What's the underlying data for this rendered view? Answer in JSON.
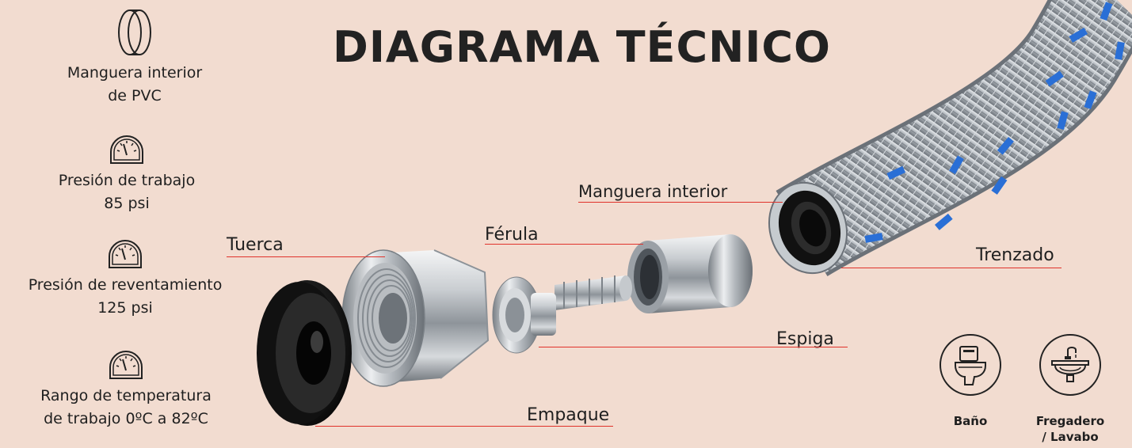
{
  "title": "DIAGRAMA TÉCNICO",
  "specs": [
    {
      "icon": "pvc-hose-ring-icon",
      "line1": "Manguera interior",
      "line2": "de PVC"
    },
    {
      "icon": "pressure-gauge-icon",
      "line1": "Presión de trabajo",
      "line2": "85 psi"
    },
    {
      "icon": "pressure-gauge-icon",
      "line1": "Presión de reventamiento",
      "line2": "125 psi"
    },
    {
      "icon": "thermometer-gauge-icon",
      "line1": "Rango de temperatura",
      "line2": "de trabajo 0ºC a 82ºC"
    }
  ],
  "parts": {
    "tuerca": "Tuerca",
    "ferula": "Férula",
    "manguera_interior": "Manguera interior",
    "trenzado": "Trenzado",
    "espiga": "Espiga",
    "empaque": "Empaque"
  },
  "usages": [
    {
      "icon": "toilet-icon",
      "line1": "Baño",
      "line2": ""
    },
    {
      "icon": "sink-icon",
      "line1": "Fregadero",
      "line2": "/ Lavabo"
    }
  ],
  "colors": {
    "background": "#f2dcd0",
    "leader": "#e0322b",
    "braid_accent": "#2a6fd6"
  }
}
